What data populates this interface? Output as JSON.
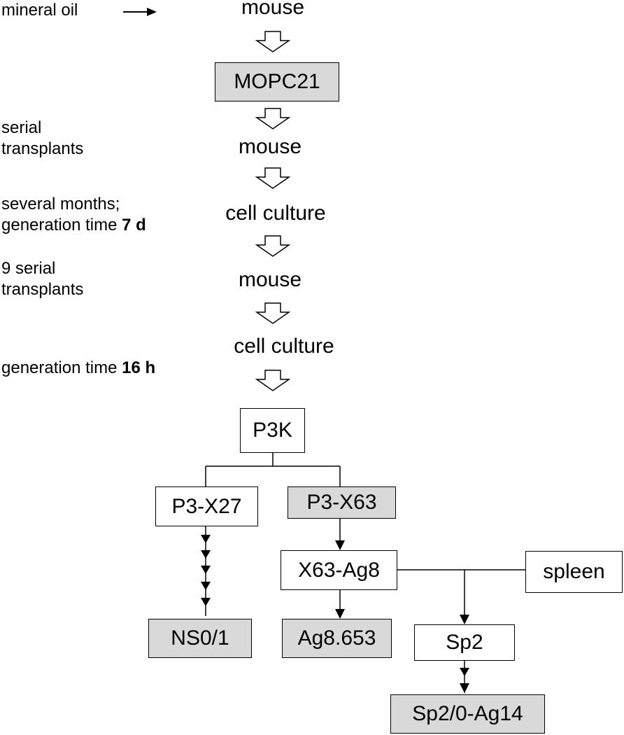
{
  "notes": {
    "mineral_oil": "mineral oil",
    "serial_1": "serial",
    "serial_2": "transplants",
    "months_1": "several months;",
    "months_2": "generation time ",
    "months_bold": "7 d",
    "nine_1": "9 serial",
    "nine_2": "transplants",
    "gen16": "generation time ",
    "gen16_bold": "16 h"
  },
  "stages": {
    "mouse_1": "mouse",
    "mouse_2": "mouse",
    "culture_1": "cell culture",
    "mouse_3": "mouse",
    "culture_2": "cell culture"
  },
  "boxes": {
    "mopc21": "MOPC21",
    "p3k": "P3K",
    "p3x27": "P3-X27",
    "p3x63": "P3-X63",
    "x63ag8": "X63-Ag8",
    "spleen": "spleen",
    "ns01": "NS0/1",
    "ag8653": "Ag8.653",
    "sp2": "Sp2",
    "sp2_0ag14": "Sp2/0-Ag14"
  },
  "colors": {
    "highlight_box": "#d9d9d9",
    "box": "#ffffff",
    "line": "#000000"
  }
}
